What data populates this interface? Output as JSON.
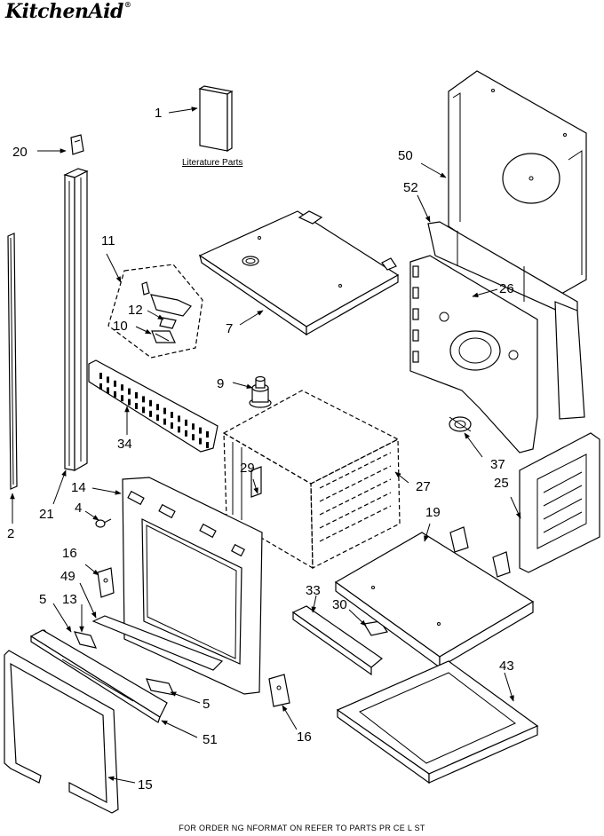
{
  "brand": {
    "name": "KitchenAid",
    "mark": "®"
  },
  "literature_label": "Literature Parts",
  "footer": "FOR ORDER NG NFORMAT ON REFER TO PARTS PR CE L ST",
  "callouts": [
    "1",
    "2",
    "4",
    "5",
    "5",
    "7",
    "9",
    "10",
    "11",
    "12",
    "13",
    "14",
    "15",
    "16",
    "16",
    "19",
    "20",
    "21",
    "25",
    "26",
    "27",
    "29",
    "30",
    "33",
    "34",
    "37",
    "43",
    "49",
    "50",
    "51",
    "52"
  ]
}
